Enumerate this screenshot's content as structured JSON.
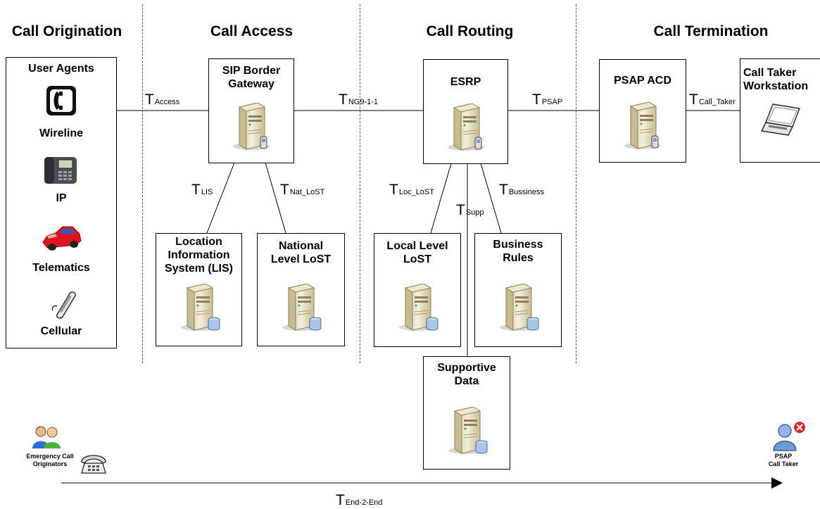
{
  "sections": {
    "origination": "Call Origination",
    "access": "Call Access",
    "routing": "Call Routing",
    "termination": "Call Termination"
  },
  "user_agents": {
    "title": "User Agents",
    "items": [
      {
        "label": "Wireline",
        "icon": "wireline-phone-icon"
      },
      {
        "label": "IP",
        "icon": "ip-phone-icon"
      },
      {
        "label": "Telematics",
        "icon": "car-icon"
      },
      {
        "label": "Cellular",
        "icon": "cellphone-icon"
      }
    ]
  },
  "nodes": {
    "sip_border_gateway": {
      "line1": "SIP Border",
      "line2": "Gateway"
    },
    "esrp": {
      "line1": "ESRP"
    },
    "psap_acd": {
      "line1": "PSAP ACD"
    },
    "call_taker_workstation": {
      "line1": "Call Taker",
      "line2": "Workstation"
    },
    "lis": {
      "line1": "Location",
      "line2": "Information",
      "line3": "System (LIS)"
    },
    "national_lost": {
      "line1": "National",
      "line2": "Level LoST"
    },
    "local_lost": {
      "line1": "Local Level",
      "line2": "LoST"
    },
    "business_rules": {
      "line1": "Business",
      "line2": "Rules"
    },
    "supportive_data": {
      "line1": "Supportive",
      "line2": "Data"
    }
  },
  "timing_labels": {
    "access": {
      "t": "T",
      "sub": "Access"
    },
    "ng911": {
      "t": "T",
      "sub": "NG9-1-1"
    },
    "psap": {
      "t": "T",
      "sub": "PSAP"
    },
    "call_taker": {
      "t": "T",
      "sub": "Call_Taker"
    },
    "lis": {
      "t": "T",
      "sub": "LIS"
    },
    "nat_lost": {
      "t": "T",
      "sub": "Nat_LoST"
    },
    "loc_lost": {
      "t": "T",
      "sub": "Loc_LoST"
    },
    "supp": {
      "t": "T",
      "sub": "Supp"
    },
    "bussiness": {
      "t": "T",
      "sub": "Bussiness"
    },
    "end2end": {
      "t": "T",
      "sub": "End-2-End"
    }
  },
  "actors": {
    "originators": {
      "line1": "Emergency Call",
      "line2": "Originators"
    },
    "call_taker": {
      "line1": "PSAP",
      "line2": "Call Taker"
    }
  },
  "colors": {
    "server_body": "#e9e2c8",
    "server_shadow": "#b9ad85",
    "db_blue": "#a9c7e8",
    "car_red": "#e0141c",
    "car_blue": "#2f56c8"
  }
}
